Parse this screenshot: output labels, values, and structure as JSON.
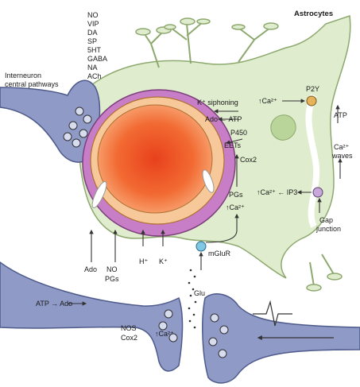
{
  "title": "Astrocytes",
  "neurotransmitters": [
    "NO",
    "VIP",
    "DA",
    "SP",
    "5HT",
    "GABA",
    "NA",
    "ACh"
  ],
  "interneuron_label": [
    "Interneuron",
    "central pathways"
  ],
  "vessel_labels": {
    "k_siphoning": "K⁺ siphoning",
    "ado_atp": "Ado ← ATP",
    "p450": "P450",
    "eets": "EETs",
    "cox2": "Cox2",
    "pgs": "PGs",
    "ca_up": "↑Ca²⁺"
  },
  "astro_right": {
    "p2y": "P2Y",
    "ca_up": "↑Ca²⁺",
    "atp": "ATP",
    "ca_waves": [
      "Ca²⁺",
      "waves"
    ],
    "ca_ip3": "↑Ca²⁺ ← IP3",
    "gap_junction": [
      "Gap",
      "junction"
    ]
  },
  "bottom_labels": {
    "h_plus": "H⁺",
    "k_plus": "K⁺",
    "mglur": "mGluR",
    "glu": "Glu",
    "ado": "Ado",
    "no_pgs": [
      "NO",
      "PGs"
    ],
    "atp_ado": "ATP → Ado",
    "nos": "NOS",
    "cox2": "Cox2",
    "ca_up": "↑Ca²⁺"
  },
  "colors": {
    "astrocyte": "#dfeccd",
    "neuron": "#8f9ac7",
    "vessel_wall": "#c87ec6",
    "lumen": "#f15a24",
    "smooth_muscle": "#f6c89a"
  }
}
